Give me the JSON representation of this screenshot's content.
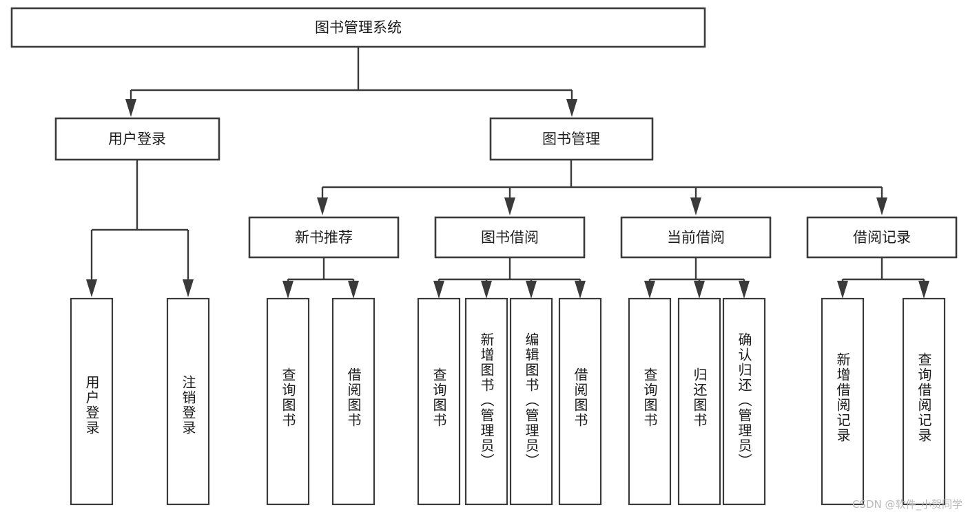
{
  "diagram": {
    "title": "图书管理系统",
    "type": "tree-hierarchy-chart",
    "watermark": "CSDN @软件_小贺同学",
    "colors": {
      "box_stroke": "#3a3a3a",
      "box_fill": "#ffffff",
      "text": "#1c1c1c",
      "connector": "#3a3a3a",
      "watermark": "#b9b9b9",
      "background": "#ffffff"
    },
    "root": {
      "label": "图书管理系统"
    },
    "level2": [
      {
        "label": "用户登录"
      },
      {
        "label": "图书管理"
      }
    ],
    "level3": [
      {
        "label": "新书推荐"
      },
      {
        "label": "图书借阅"
      },
      {
        "label": "当前借阅"
      },
      {
        "label": "借阅记录"
      }
    ],
    "leaves": {
      "user_login": [
        {
          "label": "用户登录"
        },
        {
          "label": "注销登录"
        }
      ],
      "new_book_recommend": [
        {
          "label": "查询图书"
        },
        {
          "label": "借阅图书"
        }
      ],
      "book_borrow": [
        {
          "label": "查询图书"
        },
        {
          "label": "新增图书（管理员）"
        },
        {
          "label": "编辑图书（管理员）"
        },
        {
          "label": "借阅图书"
        }
      ],
      "current_borrow": [
        {
          "label": "查询图书"
        },
        {
          "label": "归还图书"
        },
        {
          "label": "确认归还（管理员）"
        }
      ],
      "borrow_record": [
        {
          "label": "新增借阅记录"
        },
        {
          "label": "查询借阅记录"
        }
      ]
    }
  }
}
